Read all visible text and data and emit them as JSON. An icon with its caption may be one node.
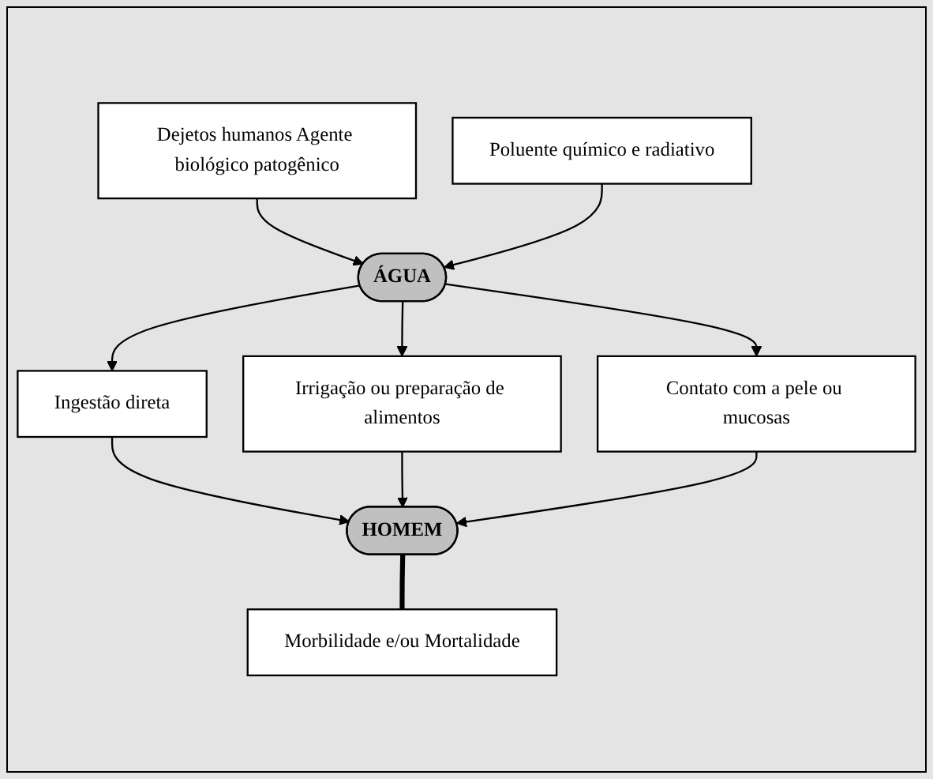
{
  "diagram": {
    "nodes": [
      {
        "text": [
          "Dejetos humanos Agente biológico patogênico"
        ]
      },
      {
        "text": [
          "ÁGUA"
        ]
      },
      {
        "text": [
          "Poluente químico e radiativo"
        ]
      },
      {
        "text": [
          "Ingestão direta"
        ]
      },
      {
        "text": [
          "Irrigação ou preparação de alimentos"
        ]
      },
      {
        "text": [
          "Contato com a pele ou mucosas"
        ]
      },
      {
        "text": [
          "HOMEM"
        ]
      },
      {
        "text": [
          "Morbilidade e/ou Mortalidade"
        ]
      }
    ],
    "edges": [
      {
        "from": 0,
        "to": 1,
        "arrow": "to"
      },
      {
        "from": 2,
        "to": 1,
        "arrow": "to"
      },
      {
        "from": 1,
        "to": 3,
        "arrow": "to"
      },
      {
        "from": 1,
        "to": 4,
        "arrow": "to"
      },
      {
        "from": 1,
        "to": 5,
        "arrow": "to"
      },
      {
        "from": 3,
        "to": 6,
        "arrow": "to"
      },
      {
        "from": 4,
        "to": 6,
        "arrow": "to"
      },
      {
        "from": 5,
        "to": 6,
        "arrow": "to"
      },
      {
        "from": 6,
        "to": 7,
        "arrow": "none",
        "style": "thick"
      }
    ]
  }
}
